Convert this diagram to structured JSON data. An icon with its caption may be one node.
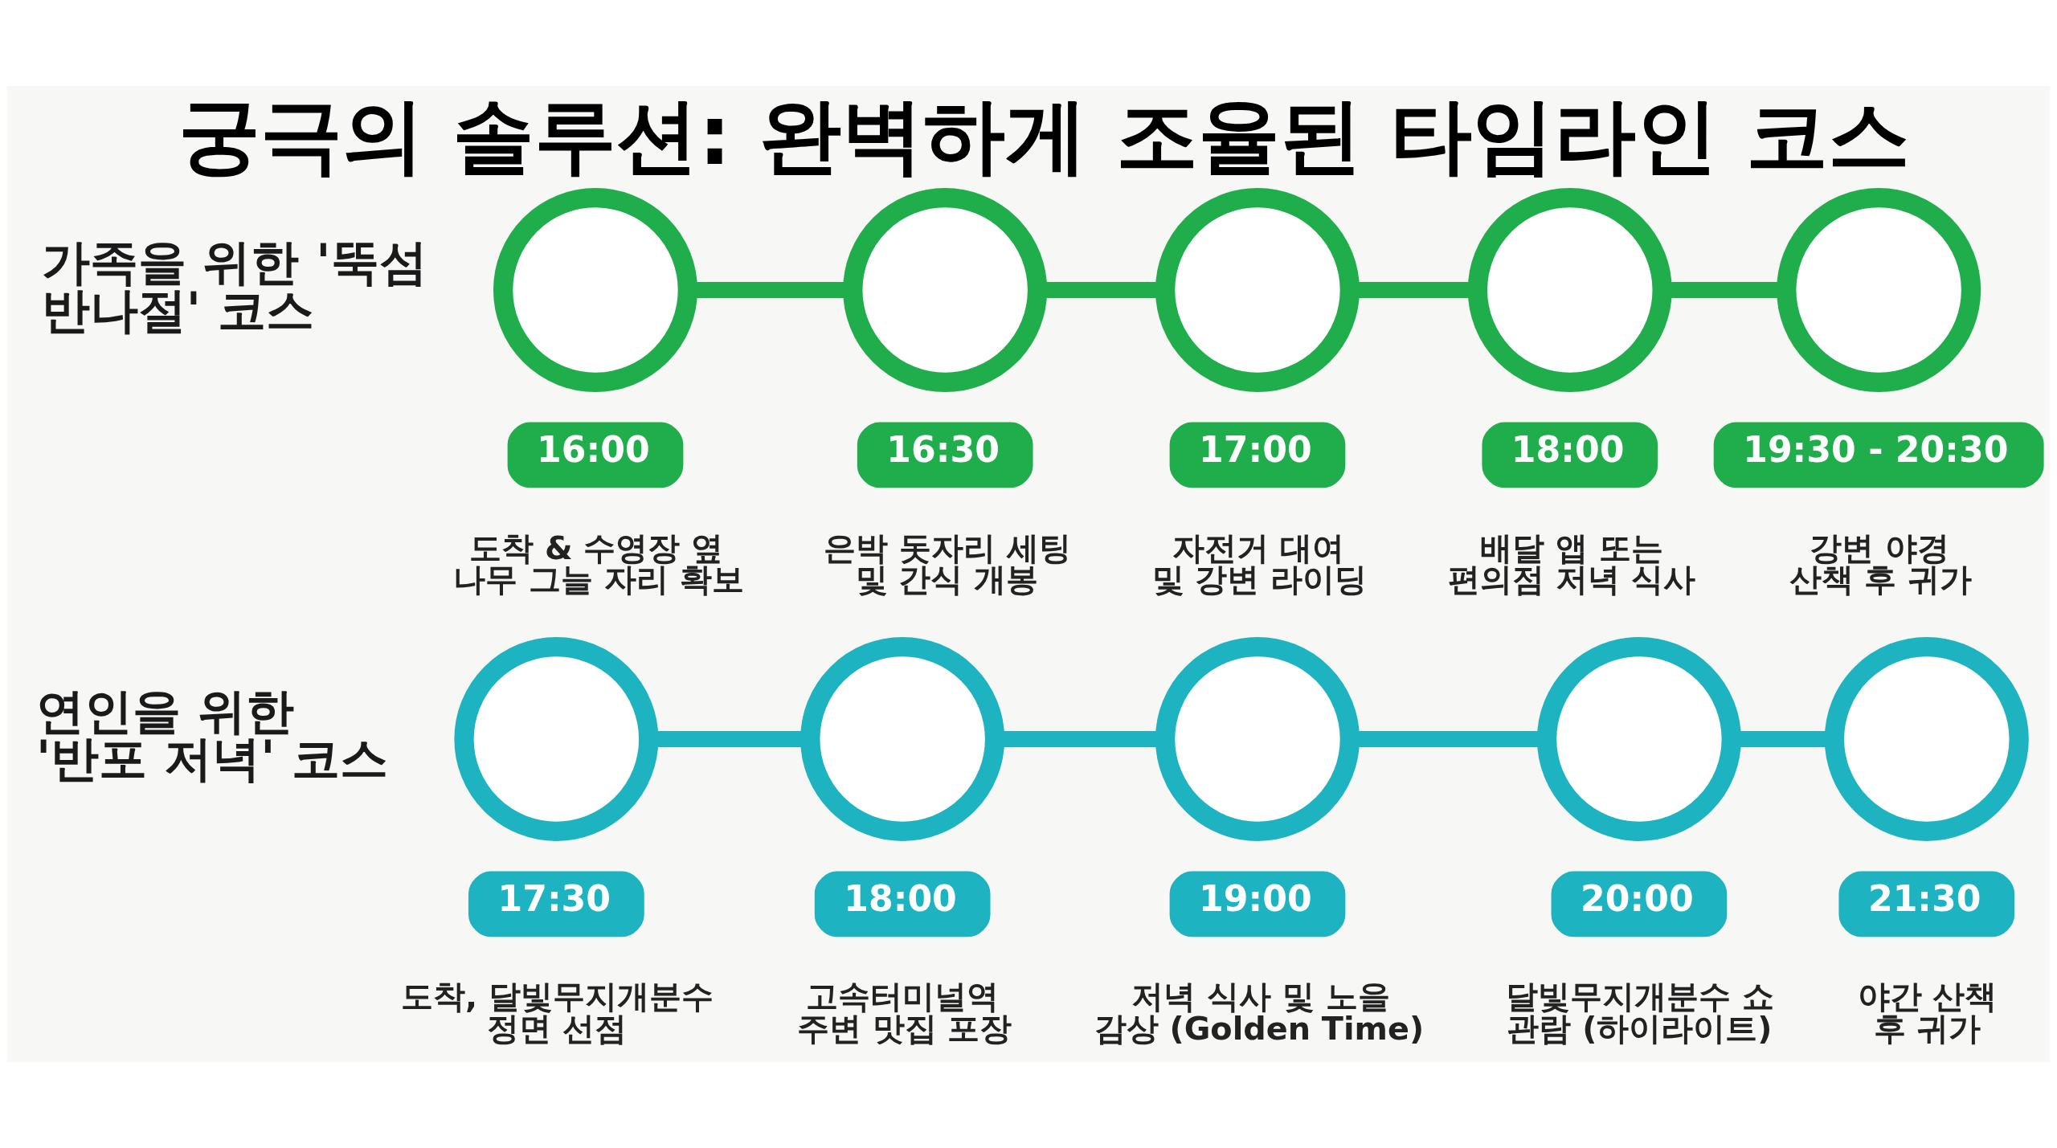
{
  "diagram": {
    "title": "궁극의 솔루션: 완벽하게 조율된 타임라인 코스",
    "nodes": [
      {
        "text": [],
        "shape": "circle"
      },
      {
        "text": [],
        "shape": "circle"
      },
      {
        "text": [],
        "shape": "circle"
      },
      {
        "text": [],
        "shape": "circle"
      },
      {
        "text": [],
        "shape": "circle"
      },
      {
        "text": [
          "16:00"
        ],
        "beside": [
          "도착 & 수영장 옆 나무 그늘 자리 확보"
        ]
      },
      {
        "text": [
          "16:30"
        ],
        "beside": [
          "은박 돗자리 세팅 및 간식 개봉"
        ]
      },
      {
        "text": [
          "17:00"
        ],
        "beside": [
          "자전거 대여 및 강변 라이딩"
        ]
      },
      {
        "text": [
          "18:00"
        ],
        "beside": [
          "배달 앱 또는 편의점 저녁 식사"
        ]
      },
      {
        "text": [
          "19:30 - 20:30"
        ],
        "beside": [
          "강변 야경 산책 후 귀가"
        ]
      },
      {
        "text": [],
        "shape": "circle"
      },
      {
        "text": [],
        "shape": "circle"
      },
      {
        "text": [],
        "shape": "circle"
      },
      {
        "text": [],
        "shape": "circle"
      },
      {
        "text": [],
        "shape": "circle"
      },
      {
        "text": [
          "17:30"
        ],
        "beside": [
          "도착, 달빛무지개분수 정면 선점"
        ]
      },
      {
        "text": [
          "18:00"
        ],
        "beside": [
          "고속터미널역 주변 맛집 포장"
        ]
      },
      {
        "text": [
          "19:00"
        ],
        "beside": [
          "저녁 식사 및 노을 감상 (Golden Time)"
        ]
      },
      {
        "text": [
          "20:00"
        ],
        "beside": [
          "달빛무지개분수 쇼 관람 (하이라이트)"
        ]
      },
      {
        "text": [
          "21:30"
        ],
        "beside": [
          "야간 산책 후 귀가"
        ]
      }
    ],
    "edges": [
      {
        "from": 0,
        "to": 1,
        "arrow": "none",
        "color": "#1fae4b"
      },
      {
        "from": 1,
        "to": 2,
        "arrow": "none",
        "color": "#1fae4b"
      },
      {
        "from": 2,
        "to": 3,
        "arrow": "none",
        "color": "#1fae4b"
      },
      {
        "from": 3,
        "to": 4,
        "arrow": "none",
        "color": "#1fae4b"
      },
      {
        "from": 10,
        "to": 11,
        "arrow": "none",
        "color": "#1db3c1"
      },
      {
        "from": 11,
        "to": 12,
        "arrow": "none",
        "color": "#1db3c1"
      },
      {
        "from": 12,
        "to": 13,
        "arrow": "none",
        "color": "#1db3c1"
      },
      {
        "from": 13,
        "to": 14,
        "arrow": "none",
        "color": "#1db3c1"
      }
    ],
    "labels": [
      "가족을 위한 '뚝섬 반나절' 코스",
      "연인을 위한 '반포 저녁' 코스"
    ]
  }
}
